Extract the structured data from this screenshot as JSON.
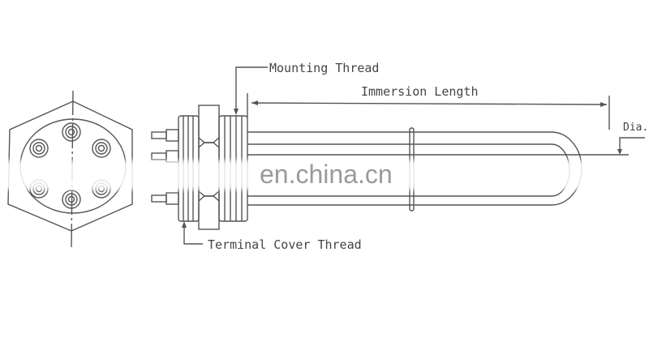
{
  "labels": {
    "mounting_thread": "Mounting Thread",
    "immersion_length": "Immersion Length",
    "diameter": "Dia.",
    "terminal_cover_thread": "Terminal Cover Thread"
  },
  "watermark": "en.china.cn",
  "colors": {
    "line": "#555555",
    "watermark": "#9a9a9a"
  }
}
